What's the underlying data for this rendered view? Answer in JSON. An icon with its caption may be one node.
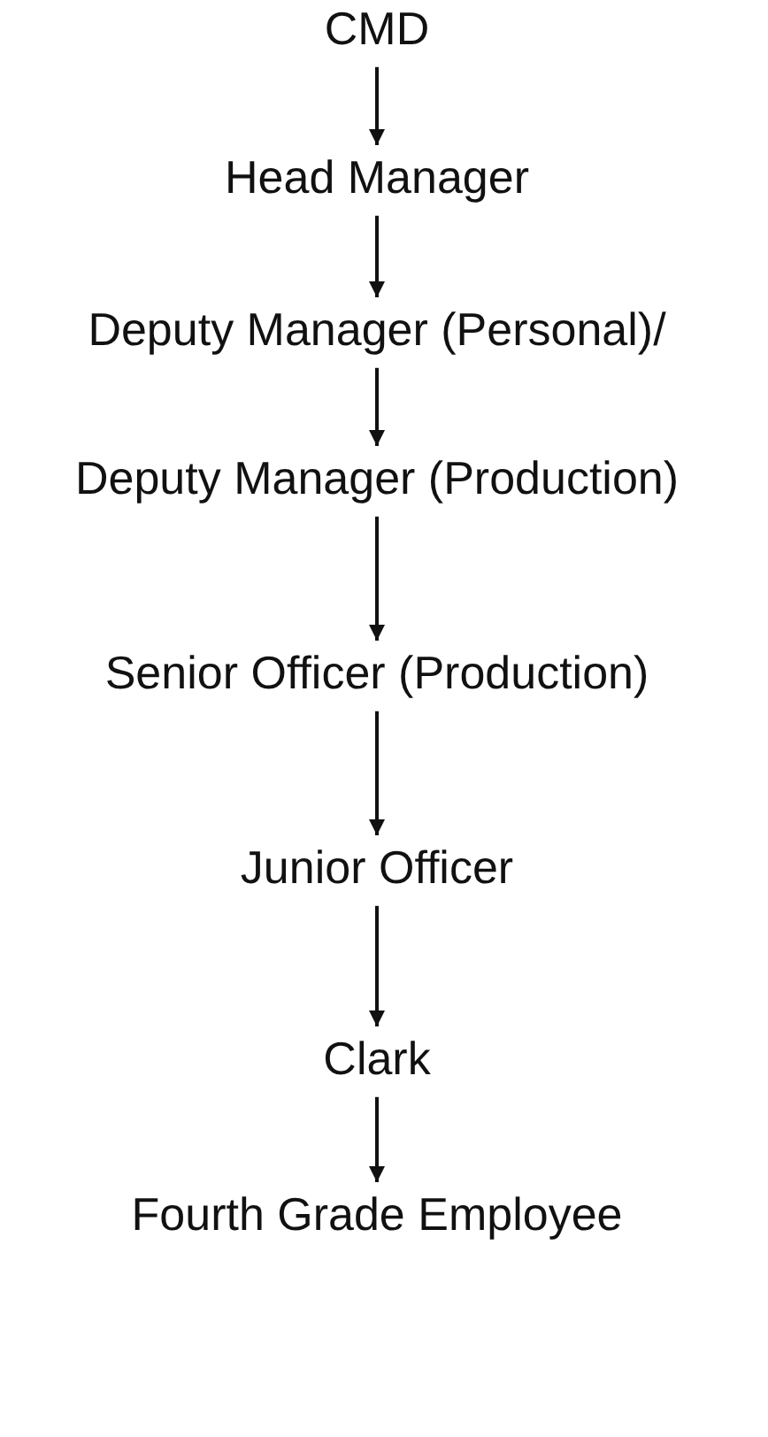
{
  "diagram": {
    "nodes": [
      {
        "text": [
          "CMD"
        ]
      },
      {
        "text": [
          "Head Manager"
        ]
      },
      {
        "text": [
          "Deputy Manager (Personal)/"
        ]
      },
      {
        "text": [
          "Deputy Manager (Production)"
        ]
      },
      {
        "text": [
          "Senior Officer (Production)"
        ]
      },
      {
        "text": [
          "Junior Officer"
        ]
      },
      {
        "text": [
          "Clark"
        ]
      },
      {
        "text": [
          "Fourth Grade Employee"
        ]
      }
    ],
    "edges": [
      {
        "from": 0,
        "to": 1,
        "arrow": "to"
      },
      {
        "from": 1,
        "to": 2,
        "arrow": "to"
      },
      {
        "from": 2,
        "to": 3,
        "arrow": "to"
      },
      {
        "from": 3,
        "to": 4,
        "arrow": "to"
      },
      {
        "from": 4,
        "to": 5,
        "arrow": "to"
      },
      {
        "from": 5,
        "to": 6,
        "arrow": "to"
      },
      {
        "from": 6,
        "to": 7,
        "arrow": "to"
      }
    ]
  }
}
